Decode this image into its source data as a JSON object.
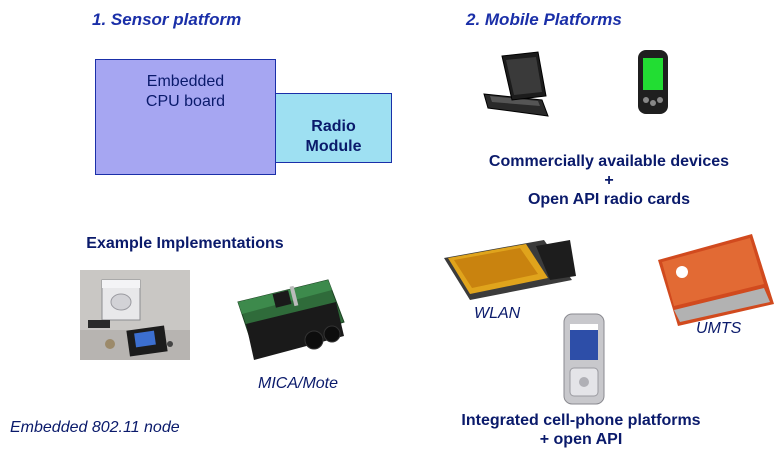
{
  "sections": {
    "sensor": {
      "title": "1. Sensor platform",
      "cpu_label_line1": "Embedded",
      "cpu_label_line2": "CPU board",
      "radio_label_line1": "Radio",
      "radio_label_line2": "Module",
      "examples_title": "Example Implementations",
      "example1_caption": "Embedded 802.11 node",
      "example2_caption": "MICA/Mote"
    },
    "mobile": {
      "title": "2. Mobile Platforms",
      "devices_line1": "Commercially available devices",
      "devices_plus": "+",
      "devices_line2": "Open API radio cards",
      "wlan_caption": "WLAN",
      "umts_caption": "UMTS",
      "phone_line1": "Integrated cell-phone platforms",
      "phone_line2": "+ open API"
    }
  },
  "colors": {
    "heading": "#1a2fa8",
    "text": "#0a1a6b",
    "cpu_box_fill": "#a6a6f2",
    "radio_box_fill": "#9ee0f2",
    "box_border": "#1a2fa8"
  }
}
